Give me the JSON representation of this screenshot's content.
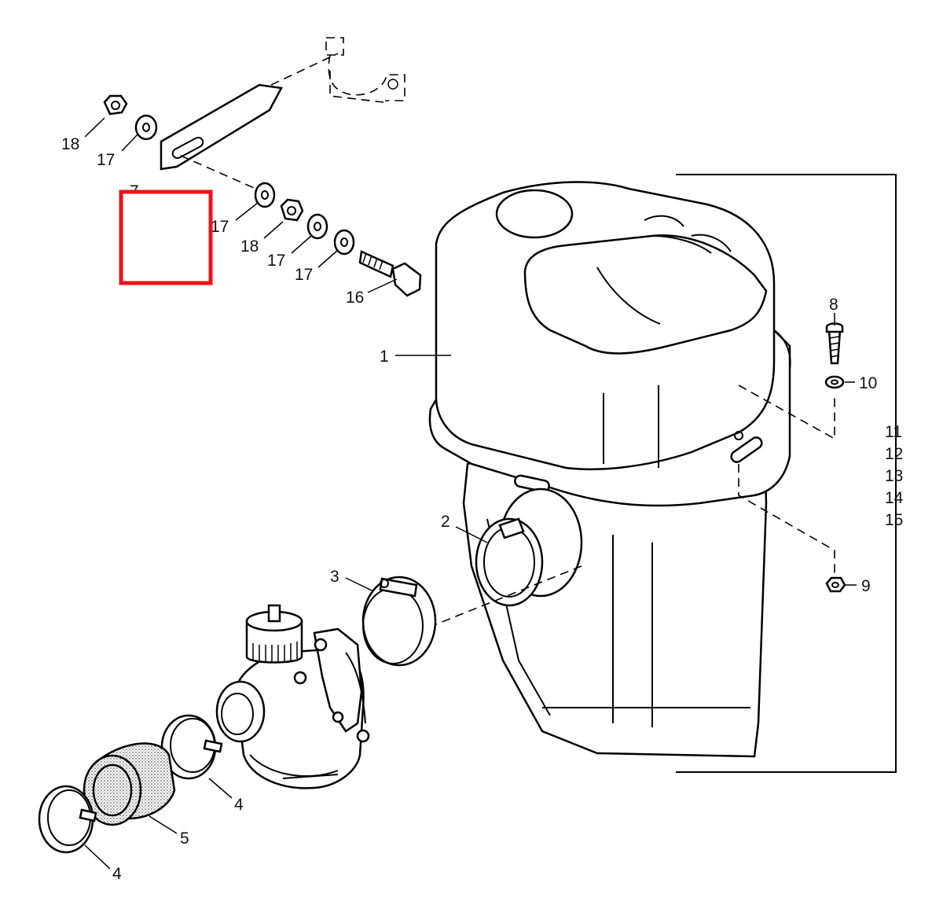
{
  "callouts": {
    "p1": "1",
    "p2": "2",
    "p3": "3",
    "p4a": "4",
    "p4b": "4",
    "p5": "5",
    "p7": "7",
    "p8": "8",
    "p9": "9",
    "p10": "10",
    "p11": "11",
    "p12": "12",
    "p13": "13",
    "p14": "14",
    "p15": "15",
    "p16": "16",
    "p17a": "17",
    "p17b": "17",
    "p17c": "17",
    "p17d": "17",
    "p18a": "18",
    "p18b": "18"
  },
  "highlight": {
    "color": "#e8141b"
  }
}
